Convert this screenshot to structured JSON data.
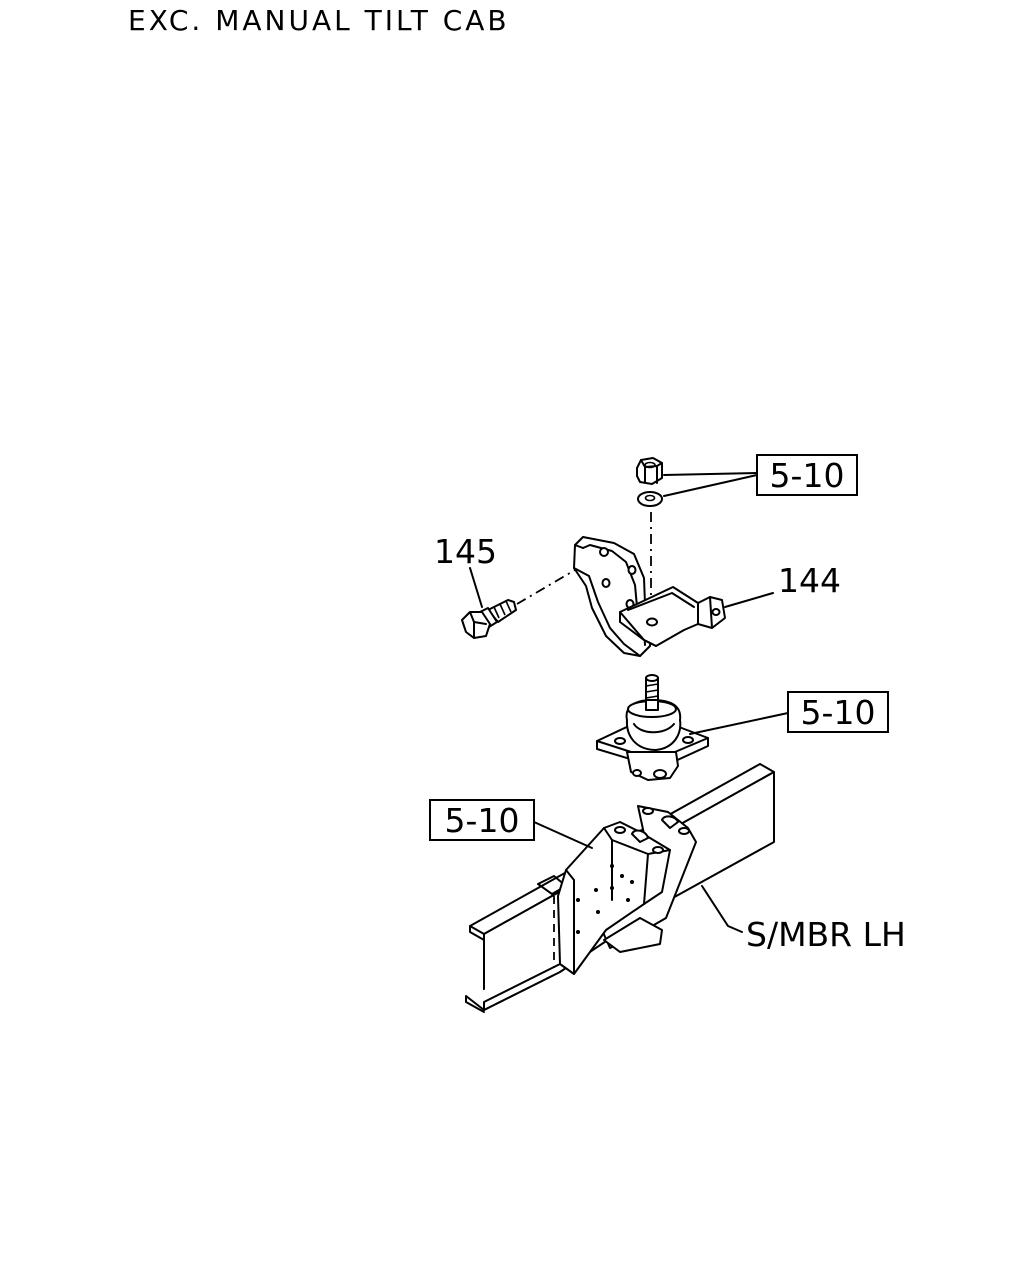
{
  "title": "EXC. MANUAL TILT CAB",
  "callouts": {
    "nut_washer_ref": "5-10",
    "bracket": "144",
    "bolt": "145",
    "mount_ref": "5-10",
    "frame_bracket_ref": "5-10",
    "side_member": "S/MBR LH"
  }
}
